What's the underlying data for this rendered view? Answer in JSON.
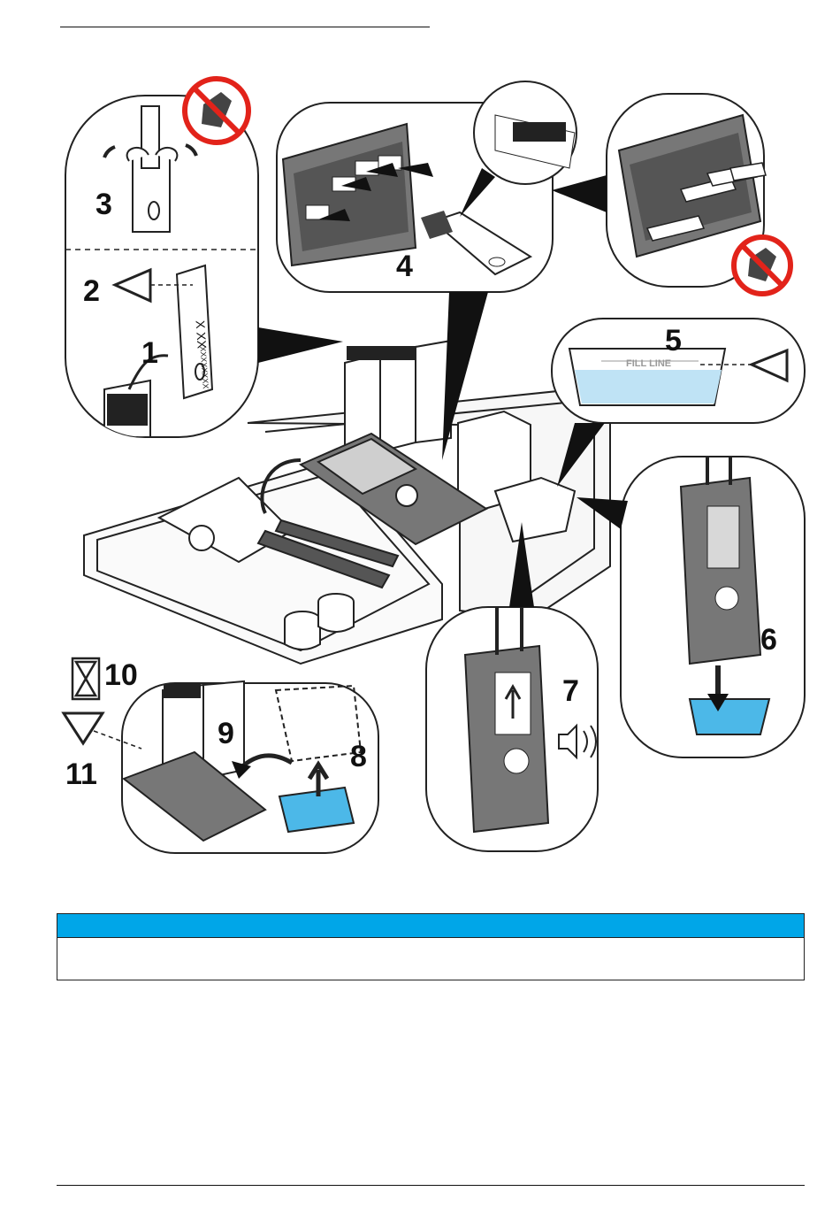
{
  "steps": [
    {
      "n": "1"
    },
    {
      "n": "2"
    },
    {
      "n": "3"
    },
    {
      "n": "4"
    },
    {
      "n": "5"
    },
    {
      "n": "6"
    },
    {
      "n": "7"
    },
    {
      "n": "8"
    },
    {
      "n": "9"
    },
    {
      "n": "10"
    },
    {
      "n": "11"
    }
  ],
  "figure_texts": {
    "fill_line": "FILL LINE",
    "sachet_code": "X XX",
    "sachet_serial": "XXXXXXXX"
  },
  "port_labels": [
    "1",
    "2",
    "3",
    "4"
  ],
  "notice": {
    "header_color": "#00a6e8",
    "body_text": ""
  },
  "colors": {
    "water": "#4cb8e8",
    "water_light": "#bfe3f5",
    "prohibit_red": "#e2231a"
  }
}
